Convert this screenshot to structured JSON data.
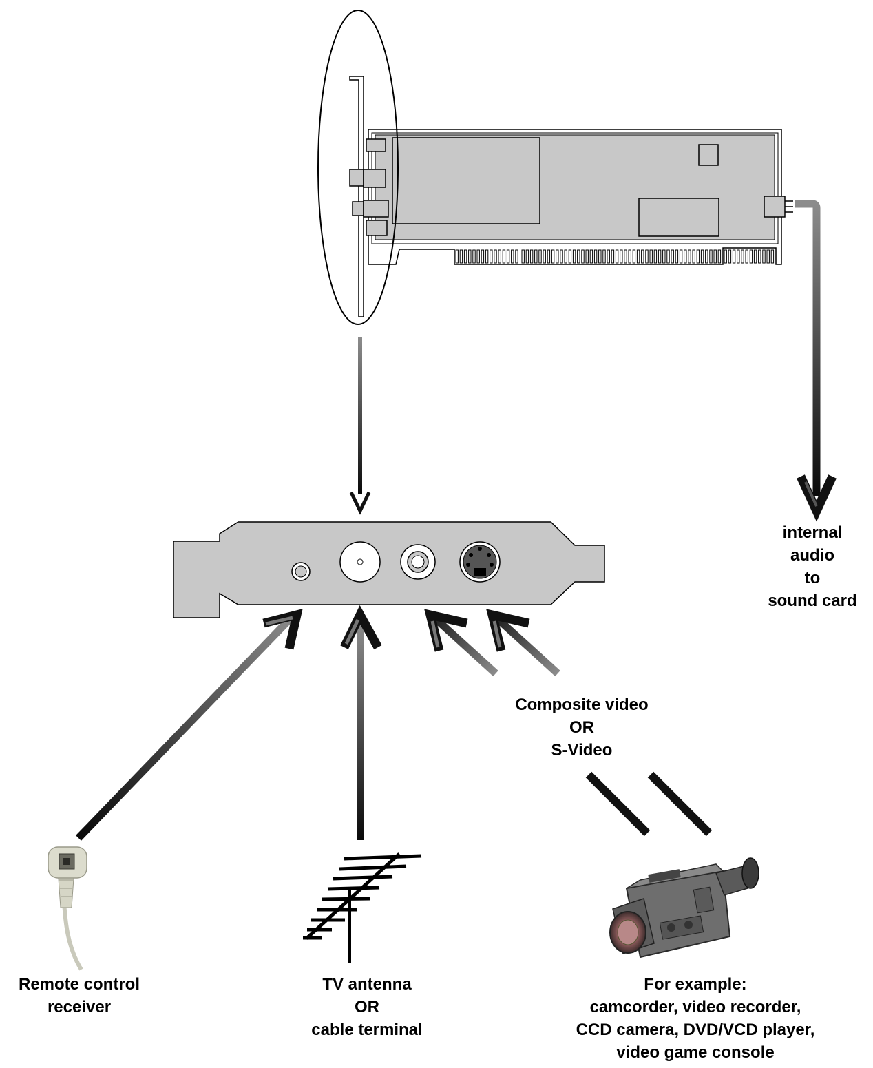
{
  "labels": {
    "internal_audio": [
      "internal",
      "audio",
      "to",
      "sound card"
    ],
    "av_input": [
      "Composite video",
      "OR",
      "S-Video"
    ],
    "remote_control": [
      "Remote control",
      "receiver"
    ],
    "tv_antenna": [
      "TV antenna",
      "OR",
      "cable terminal"
    ],
    "example_devices": [
      "For example:",
      "camcorder, video recorder,",
      "CCD camera, DVD/VCD player,",
      "video game console"
    ]
  },
  "colors": {
    "board": "#c8c8c8",
    "bracket": "#c8c8c8",
    "arrow_light": "#8a8a8a",
    "arrow_dark": "#111111",
    "outline": "#000000"
  }
}
